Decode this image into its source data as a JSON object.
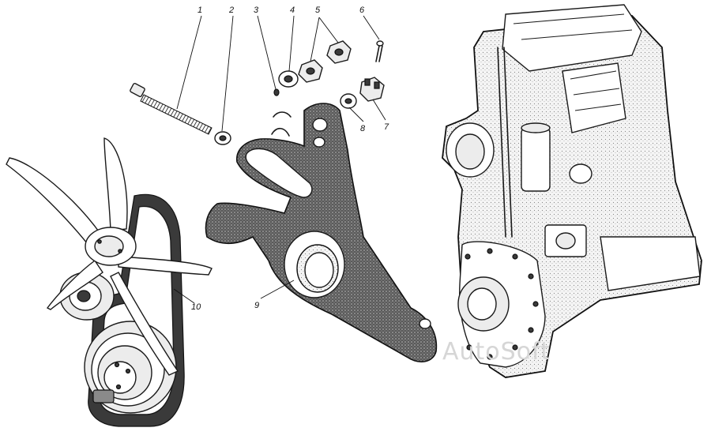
{
  "callouts": [
    {
      "id": "1",
      "label": "1"
    },
    {
      "id": "2",
      "label": "2"
    },
    {
      "id": "3",
      "label": "3"
    },
    {
      "id": "4",
      "label": "4"
    },
    {
      "id": "5",
      "label": "5"
    },
    {
      "id": "6",
      "label": "6"
    },
    {
      "id": "7",
      "label": "7"
    },
    {
      "id": "8",
      "label": "8"
    },
    {
      "id": "9",
      "label": "9"
    },
    {
      "id": "10",
      "label": "10"
    }
  ],
  "watermark": "AutoSoft",
  "colors": {
    "ink": "#1a1a1a",
    "shade": "#3a3a3a",
    "paper": "#ffffff"
  }
}
